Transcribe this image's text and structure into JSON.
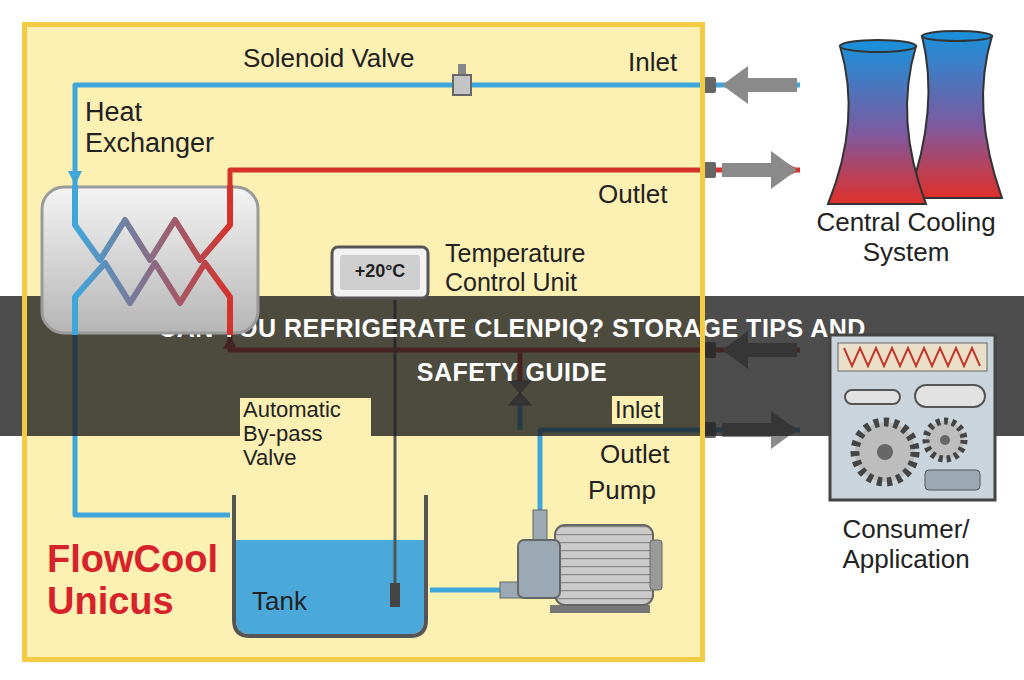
{
  "diagram": {
    "title": "CAN YOU REFRIGERATE CLENPIQ? STORAGE TIPS AND SAFETY GUIDE",
    "nodes": [
      {
        "text": [
          "FlowCool Unicus"
        ]
      },
      {
        "text": [
          "Heat Exchanger"
        ],
        "in": 0
      },
      {
        "text": [
          "+20°C",
          "Temperature Control Unit"
        ],
        "in": 0
      },
      {
        "text": [
          "Pump"
        ],
        "in": 0
      },
      {
        "text": [
          "Tank"
        ],
        "in": 0
      },
      {
        "text": [
          "Central Cooling System"
        ]
      },
      {
        "text": [
          "Consumer/Application"
        ]
      }
    ],
    "edges": [
      {
        "from": 5,
        "to": 1,
        "arrow": "to"
      },
      {
        "from": 1,
        "to": 5,
        "arrow": "to"
      },
      {
        "from": 6,
        "to": 1,
        "arrow": "to"
      },
      {
        "from": 3,
        "to": 6,
        "arrow": "to"
      },
      {
        "from": 4,
        "to": 3,
        "arrow": "none"
      },
      {
        "from": 1,
        "to": 4,
        "arrow": "none"
      }
    ],
    "labels": [
      "Solenoid Valve",
      "Inlet",
      "Outlet",
      "Inlet",
      "Automatic By-pass Valve",
      "Outlet"
    ]
  }
}
